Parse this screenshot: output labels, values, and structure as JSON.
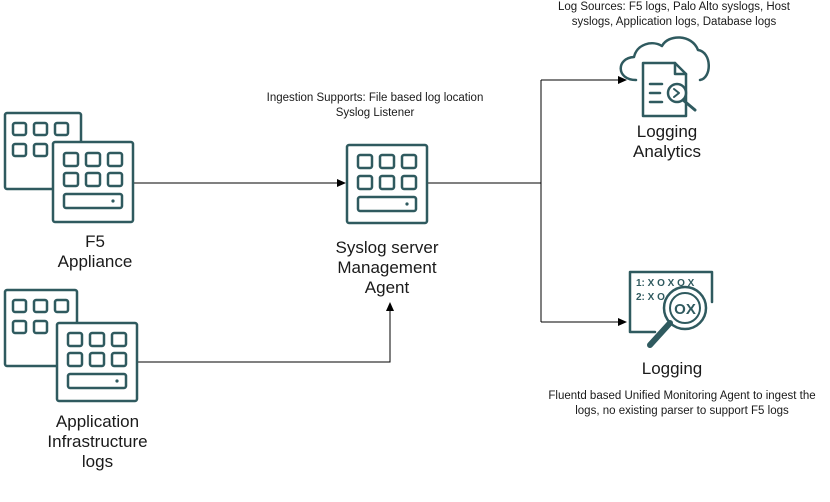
{
  "nodes": {
    "f5": {
      "lines": [
        "F5",
        "Appliance"
      ]
    },
    "app": {
      "lines": [
        "Application",
        "Infrastructure",
        "logs"
      ]
    },
    "syslog": {
      "lines": [
        "Syslog server",
        "Management",
        "Agent"
      ]
    },
    "analytics": {
      "lines": [
        "Logging",
        "Analytics"
      ]
    },
    "logging": {
      "lines": [
        "Logging"
      ]
    }
  },
  "notes": {
    "ingestion": [
      "Ingestion Supports: File based log location",
      "Syslog Listener"
    ],
    "log_sources": [
      "Log Sources: F5 logs, Palo Alto syslogs, Host",
      "syslogs, Application logs, Database logs"
    ],
    "fluentd": [
      "Fluentd based Unified Monitoring Agent to ingest the",
      "logs, no existing parser to support F5 logs"
    ]
  },
  "logging_icon": {
    "row1": "1: X O X O X",
    "row2": "2: X O",
    "magnifier": "OX"
  },
  "colors": {
    "icon_stroke": "#2f5a5f",
    "line": "#000000"
  },
  "icons": [
    "server-icon",
    "cloud-document-search-icon",
    "magnifier-search-icon"
  ]
}
